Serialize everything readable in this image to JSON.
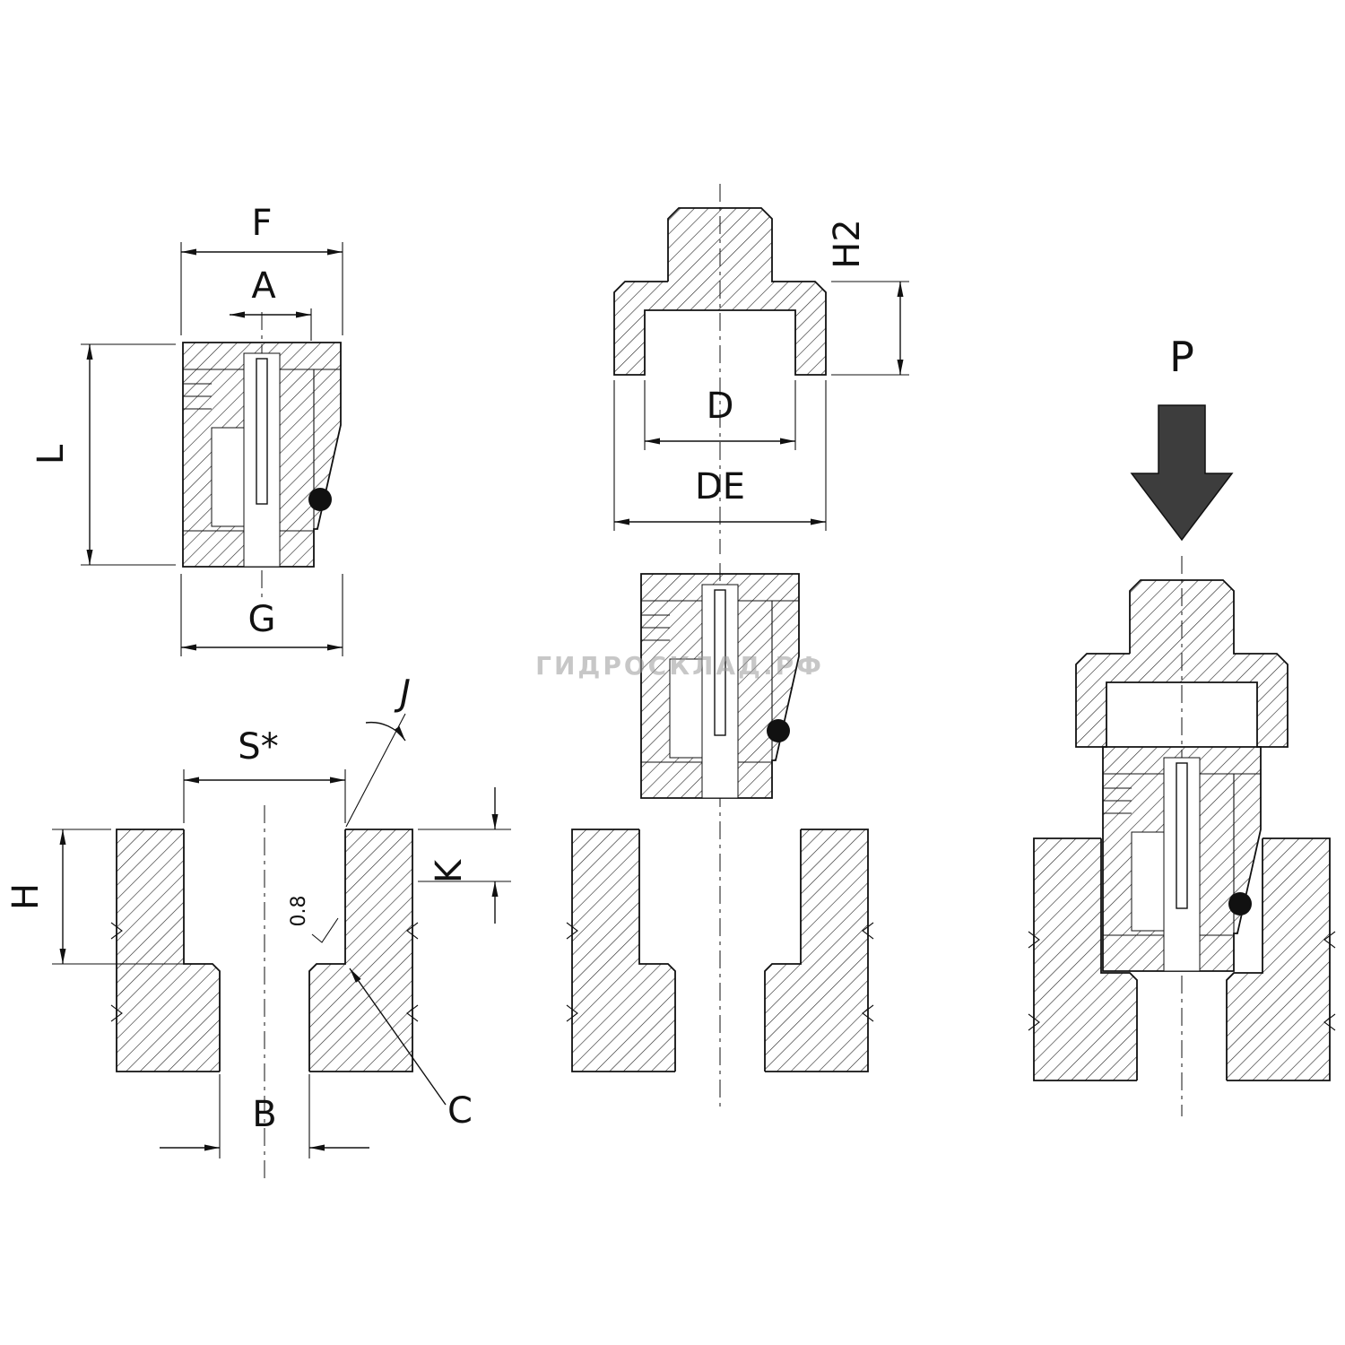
{
  "watermark": "ГИДРОСКЛАД.РФ",
  "views": {
    "cartridge_section": {
      "dim_outer_top_width": "F",
      "dim_bore_width": "A",
      "dim_height": "L",
      "dim_body_width": "G"
    },
    "plug_section": {
      "dim_boss_height": "H2",
      "dim_cavity_width": "D",
      "dim_flange_width": "DE"
    },
    "port_section": {
      "dim_thread_width": "S*",
      "dim_chamfer_angle": "J",
      "dim_chamfer_depth": "K",
      "dim_counterbore_depth": "H",
      "dim_hole_width": "B",
      "dim_edge_callout": "C",
      "surface_roughness": "0.8"
    },
    "assembly": {
      "insertion_force_label": "P"
    }
  }
}
